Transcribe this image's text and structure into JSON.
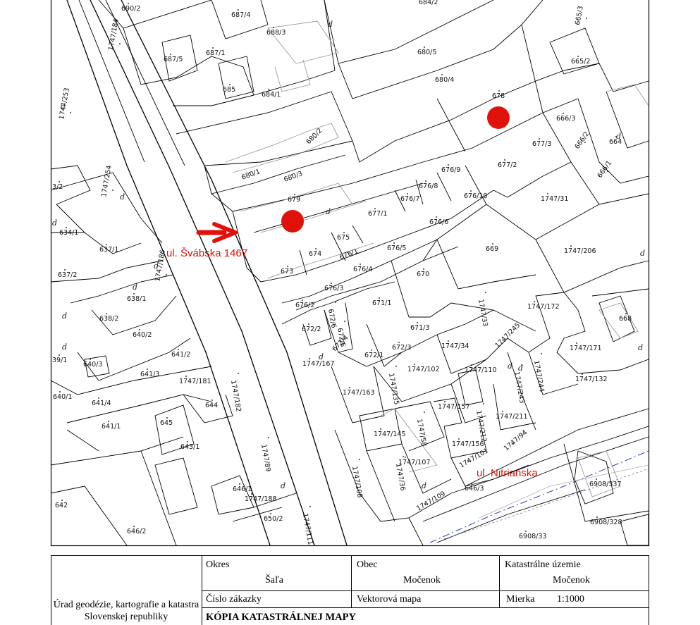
{
  "map": {
    "street_labels": {
      "svabska": "ul. Švábska 1467",
      "nitrianska": "ul. Nitrianska"
    },
    "markers": {
      "marker_color": "#e0110a",
      "arrow_color": "#e0110a"
    },
    "parcels": [
      "690/2",
      "684/2",
      "687/4",
      "688/3",
      "665/3",
      "1747/184",
      "687/5",
      "687/1",
      "680/5",
      "665/2",
      "685",
      "684/1",
      "680/4",
      "678",
      "666/3",
      "1747/253",
      "680/2",
      "677/3",
      "664",
      "666/2",
      "680/1",
      "680/3",
      "677/2",
      "666/1",
      "676/9",
      "3/2",
      "679",
      "676/8",
      "676/7",
      "676/10",
      "1747/31",
      "1747/254",
      "677/1",
      "676/6",
      "634/1",
      "675",
      "669",
      "1747/206",
      "637/1",
      "676/5",
      "674",
      "676/1",
      "676/4",
      "670",
      "637/2",
      "673",
      "676/3",
      "1747/186",
      "638/1",
      "1747/33",
      "1747/172",
      "676/2",
      "672/6",
      "671/1",
      "668",
      "638/2",
      "672/2",
      "672/5",
      "671/3",
      "640/2",
      "672/4",
      "672/3",
      "1747/34",
      "1747/245",
      "1747/171",
      "39/1",
      "1747/167",
      "672/1",
      "641/2",
      "640/3",
      "1747/102",
      "1747/110",
      "641/3",
      "1747/135",
      "1747/244",
      "1747/132",
      "640/1",
      "1747/181",
      "1747/163",
      "1747/182",
      "644",
      "641/4",
      "1747/243",
      "641/1",
      "645",
      "1747/157",
      "1747/212",
      "1747/211",
      "1747/145",
      "1747/58",
      "643/1",
      "1747/156",
      "1747/94",
      "1747/89",
      "1747/107",
      "1747/101",
      "646/1",
      "1747/108",
      "646/3",
      "6908/337",
      "1747/36",
      "1747/188",
      "642",
      "1747/109",
      "650/2",
      "6908/328",
      "1747/111",
      "646/2",
      "6908/33"
    ]
  },
  "title_block": {
    "office": "Úrad geodézie, kartografie a katastra Slovenskej republiky",
    "okres_label": "Okres",
    "okres_value": "Šaľa",
    "obec_label": "Obec",
    "obec_value": "Močenok",
    "ku_label": "Katastrálne územie",
    "ku_value": "Močenok",
    "zakazka_label": "Číslo zákazky",
    "map_type": "Vektorová mapa",
    "mierka_label": "Mierka",
    "mierka_value": "1:1000",
    "title": "KÓPIA KATASTRÁLNEJ MAPY"
  }
}
